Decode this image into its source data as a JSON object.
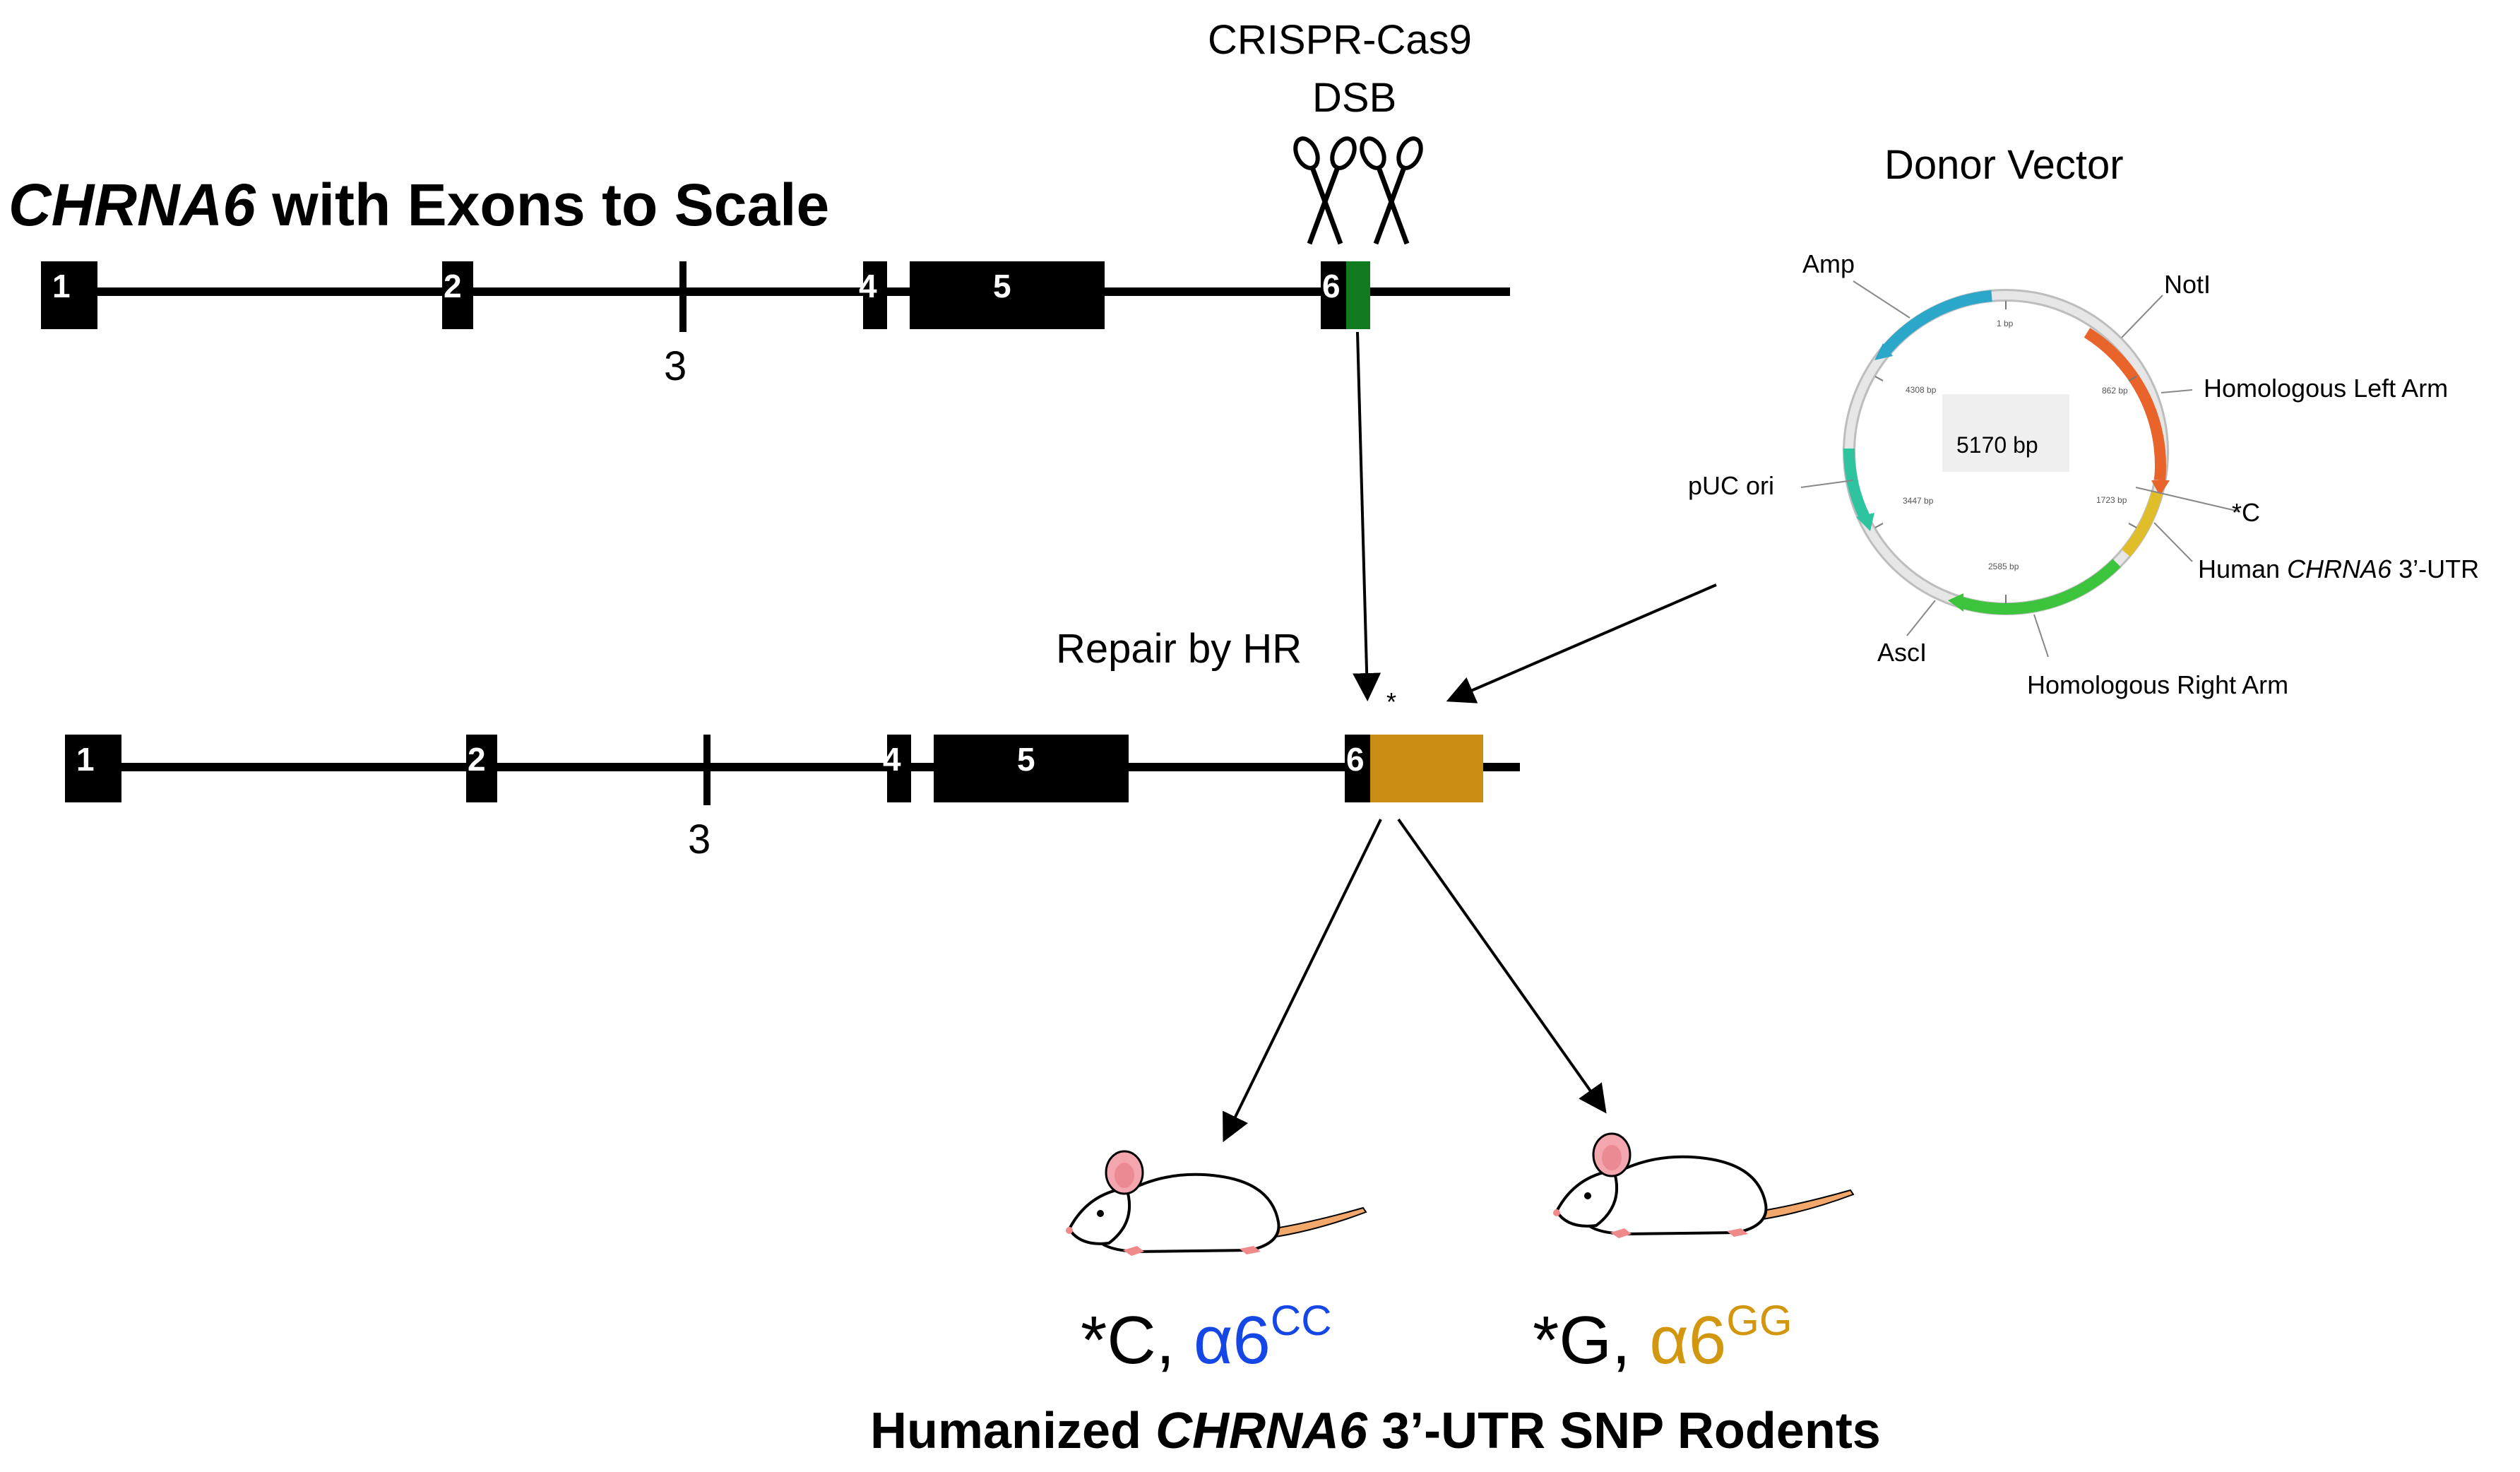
{
  "top_title": {
    "gene": "CHRNA6",
    "rest": " with Exons to Scale"
  },
  "crispr": {
    "line1": "CRISPR-Cas9",
    "line2": "DSB"
  },
  "exons": [
    "1",
    "2",
    "3",
    "4",
    "5",
    "6"
  ],
  "repair_label": "Repair by HR",
  "asterisk": "*",
  "donor": {
    "title": "Donor Vector",
    "size": "5170 bp",
    "ticks": [
      "1 bp",
      "862 bp",
      "1723 bp",
      "2585 bp",
      "3447 bp",
      "4308 bp"
    ],
    "features": {
      "amp": "Amp",
      "notI": "NotI",
      "left_arm": "Homologous Left Arm",
      "snp": "*C",
      "utr_pre": "Human ",
      "utr_gene": "CHRNA6",
      "utr_post": " 3’-UTR",
      "ascI": "AscI",
      "right_arm": "Homologous Right Arm",
      "puc": "pUC ori"
    }
  },
  "genotypes": [
    {
      "allele": "*C, ",
      "base": "α6",
      "sup": "CC",
      "color": "#1447e6"
    },
    {
      "allele": "*G, ",
      "base": "α6",
      "sup": "GG",
      "color": "#d2960f"
    }
  ],
  "bottom_title": {
    "pre": "Humanized ",
    "gene": "CHRNA6",
    "post": " 3’-UTR SNP Rodents"
  },
  "colors": {
    "exon": "#000000",
    "target_green": "#0f7a1e",
    "humanized_utr": "#c98d13",
    "amp": "#2aa7c9",
    "left_arm": "#e8642a",
    "utr": "#e0be2a",
    "right_arm": "#3cc43c",
    "puc": "#2ec4a0"
  }
}
